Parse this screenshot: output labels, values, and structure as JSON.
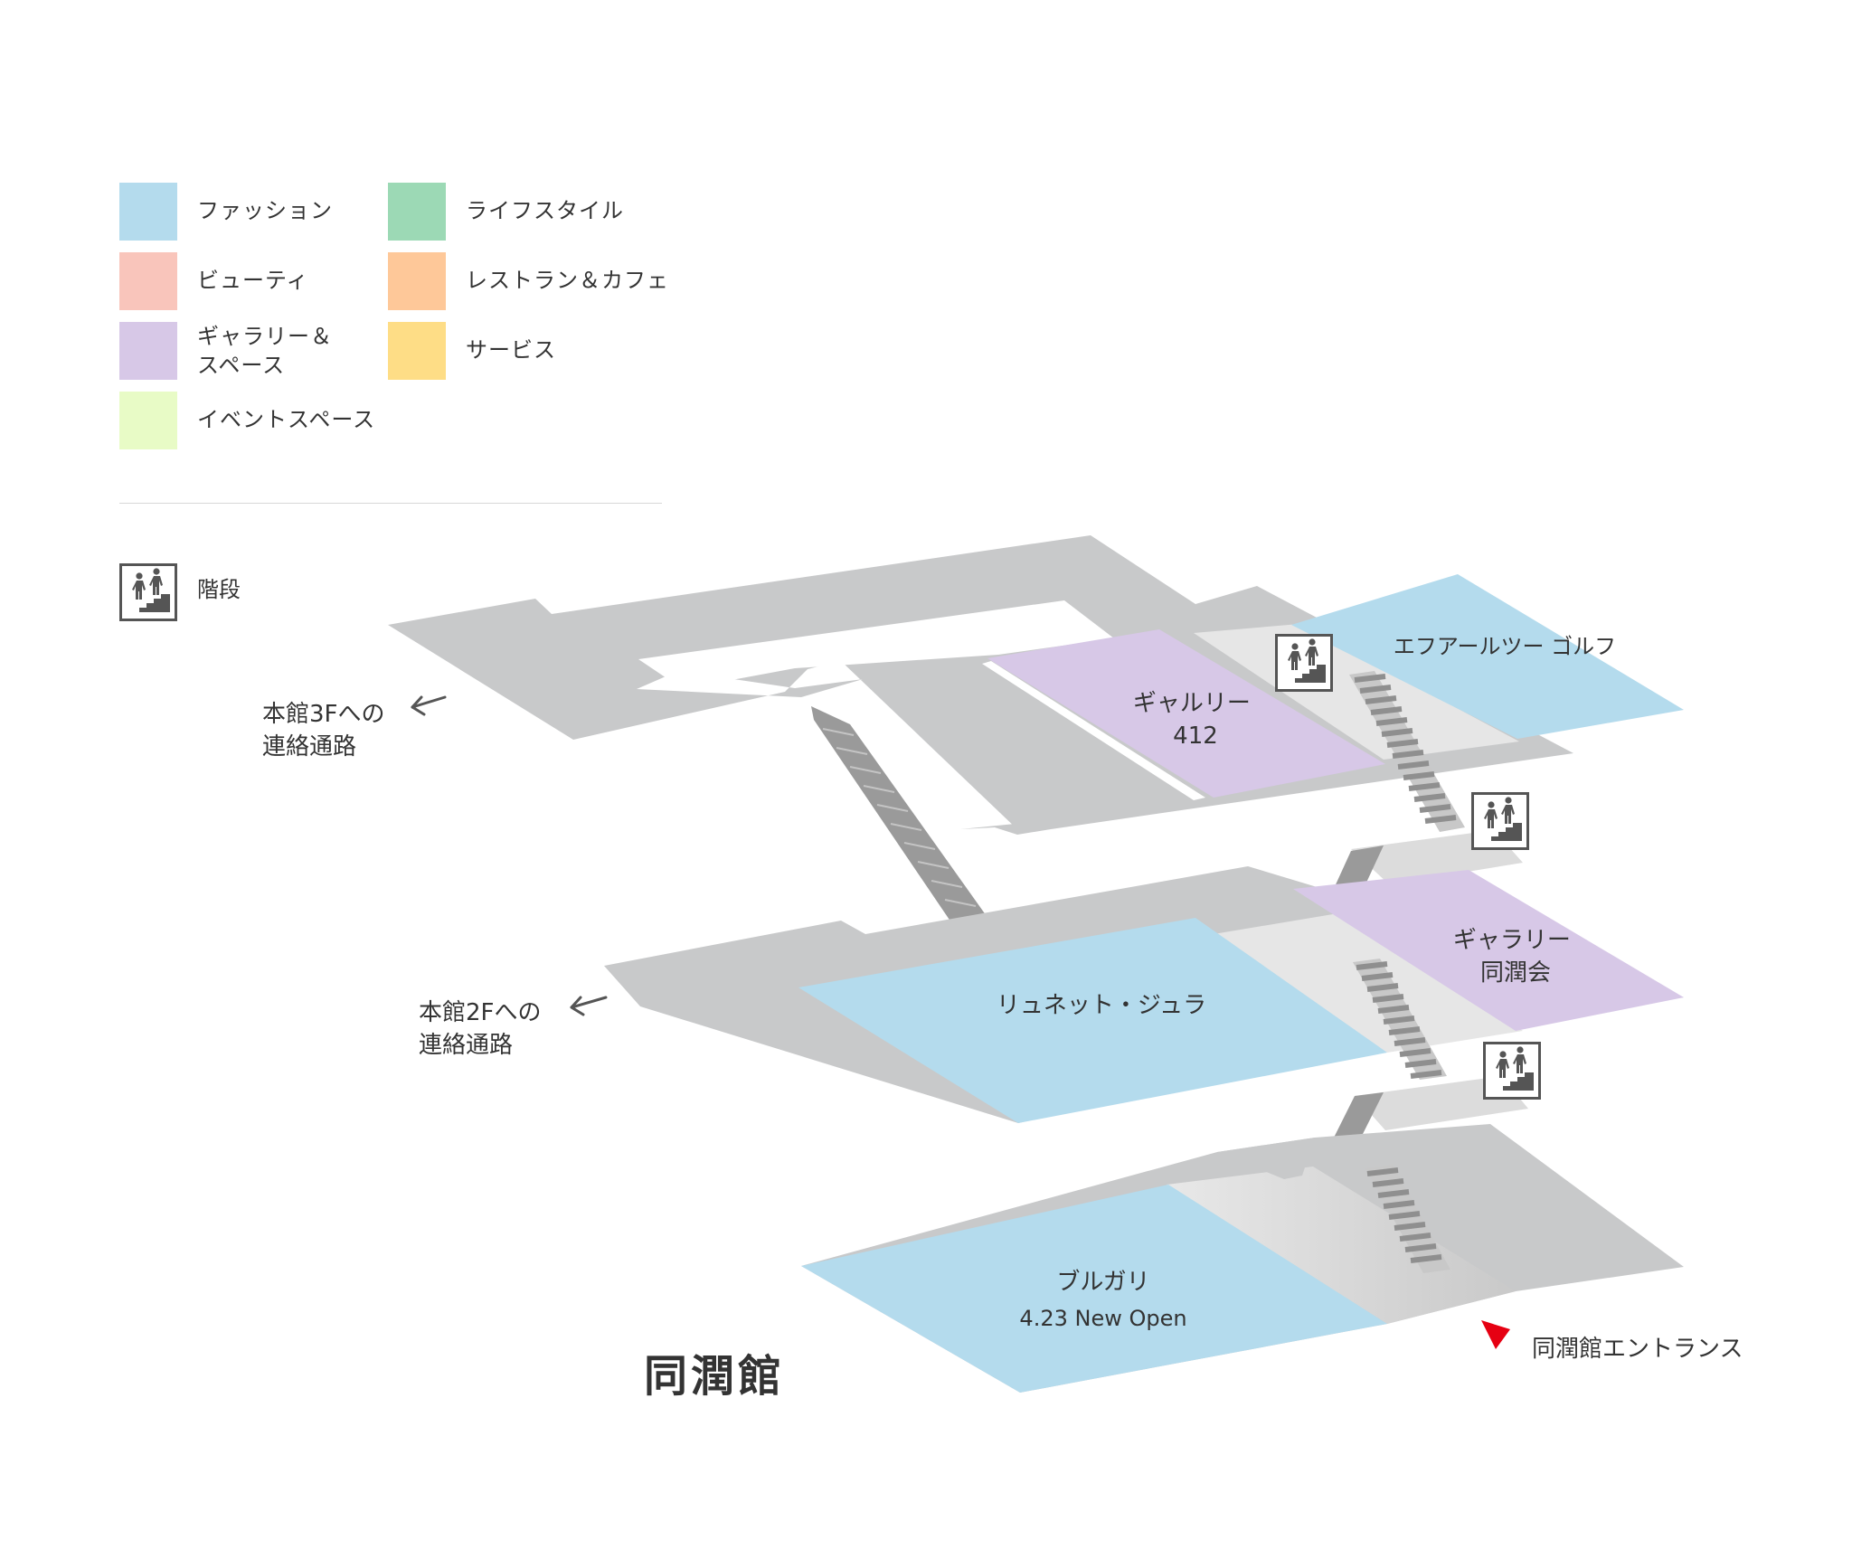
{
  "legend": {
    "items": [
      {
        "label": "ファッション",
        "color": "#b4dbed"
      },
      {
        "label": "ライフスタイル",
        "color": "#9cd9b5"
      },
      {
        "label": "ビューティ",
        "color": "#f9c5bb"
      },
      {
        "label": "レストラン＆カフェ",
        "color": "#fec899"
      },
      {
        "label": "ギャラリー＆\nスペース",
        "color": "#d7c8e7"
      },
      {
        "label": "サービス",
        "color": "#fedd86"
      },
      {
        "label": "イベントスペース",
        "color": "#e8fbc6"
      }
    ],
    "stairs_label": "階段"
  },
  "connectors": {
    "f3": "本館3Fへの\n連絡通路",
    "f2": "本館2Fへの\n連絡通路"
  },
  "shops": {
    "golf": "エフアールツー ゴルフ",
    "gallery412": "ギャルリー\n412",
    "gallery_dojunkai": "ギャラリー\n同潤会",
    "lunette": "リュネット・ジュラ",
    "bulgari": "ブルガリ",
    "bulgari_note": "4.23 New Open"
  },
  "building_name": "同潤館",
  "entrance_label": "同潤館エントランス",
  "colors": {
    "floor": "#c8c9ca",
    "corridor_light": "#e6e6e6",
    "stairs": "#9a9a9a",
    "entrance_marker": "#e60012"
  }
}
